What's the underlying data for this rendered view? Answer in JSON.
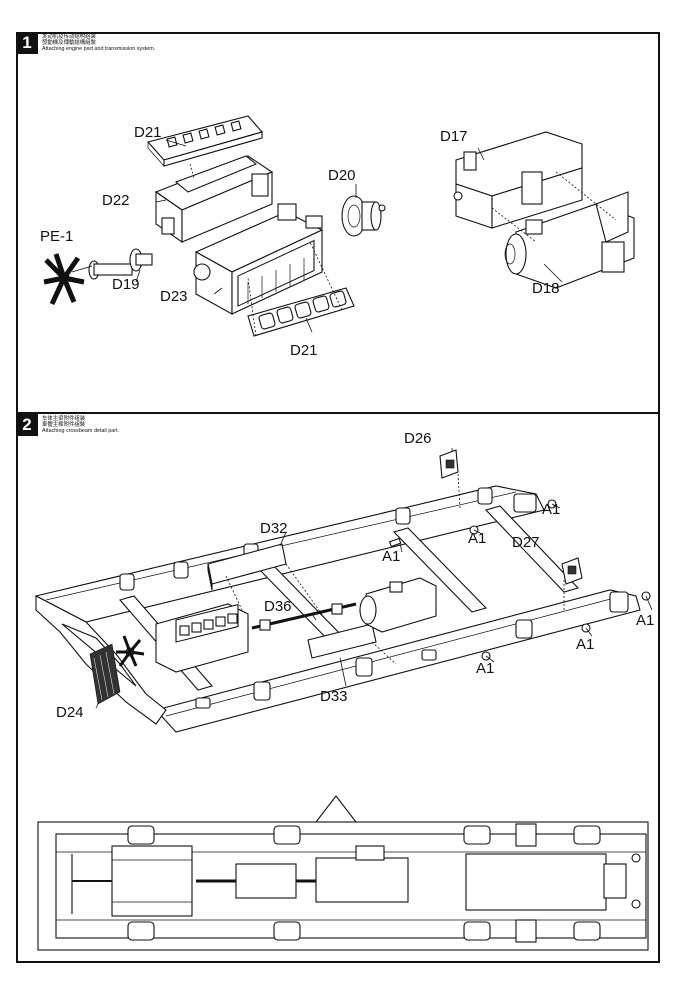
{
  "steps": [
    {
      "number": "1",
      "caption_cn1": "发动机及传动结构组装",
      "caption_cn2": "發動機及傳動結構組裝",
      "caption_en": "Attaching engine part and transmission system.",
      "labels": {
        "d21_top": "D21",
        "d22": "D22",
        "pe1": "PE-1",
        "d19": "D19",
        "d23": "D23",
        "d21_bottom": "D21",
        "d20": "D20",
        "d17": "D17",
        "d18": "D18"
      }
    },
    {
      "number": "2",
      "caption_cn1": "车体主梁附件组装",
      "caption_cn2": "車體主樑附件組裝",
      "caption_en": "Attaching crossbeam detail part.",
      "labels": {
        "d26": "D26",
        "a1_1": "A1",
        "a1_2": "A1",
        "d32": "D32",
        "a1_3": "A1",
        "d27": "D27",
        "d36": "D36",
        "a1_4": "A1",
        "a1_5": "A1",
        "a1_6": "A1",
        "d24": "D24",
        "d33": "D33"
      }
    }
  ]
}
